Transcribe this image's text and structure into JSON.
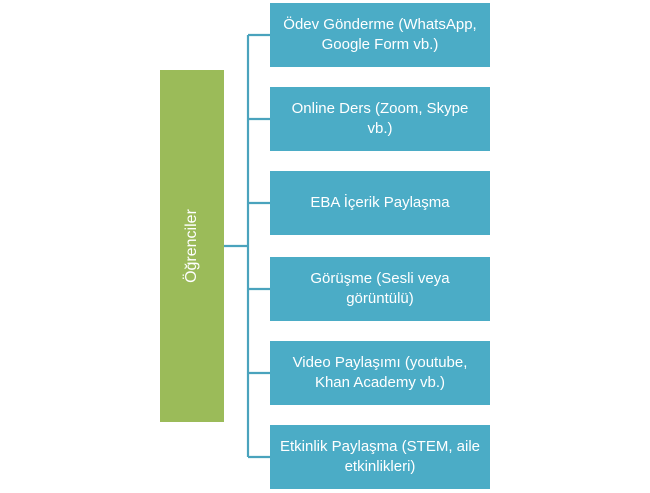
{
  "diagram": {
    "root": {
      "label": "Öğrenciler",
      "color": "#9bbb59"
    },
    "children": [
      {
        "label": "Ödev Gönderme (WhatsApp,\nGoogle Form vb.)"
      },
      {
        "label": "Online Ders (Zoom, Skype\nvb.)"
      },
      {
        "label": "EBA İçerik Paylaşma"
      },
      {
        "label": "Görüşme (Sesli veya\ngörüntülü)"
      },
      {
        "label": "Video Paylaşımı (youtube,\nKhan Academy vb.)"
      },
      {
        "label": "Etkinlik Paylaşma (STEM, aile\netkinlikleri)"
      }
    ],
    "child_color": "#4bacc6",
    "connector_color": "#4aa3bd"
  }
}
